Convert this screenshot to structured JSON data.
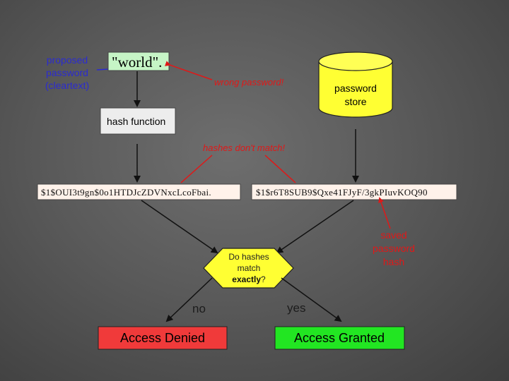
{
  "proposed": {
    "line1": "proposed",
    "line2": "password",
    "line3": "(cleartext)",
    "value": "\"world\"."
  },
  "store": {
    "line1": "password",
    "line2": "store"
  },
  "hash_function": "hash function",
  "wrong_password": "wrong password!",
  "hashes_dont_match": "hashes don't match!",
  "computed_hash": "$1$OUI3t9gn$0o1HTDJcZDVNxcLcoFbai.",
  "stored_hash": "$1$r6T8SUB9$Qxe41FJyF/3gkPIuvKOQ90",
  "saved_hash": {
    "line1": "saved",
    "line2": "password",
    "line3": "hash"
  },
  "decision": {
    "line1": "Do hashes",
    "line2": "match",
    "line3_bold": "exactly",
    "line3_rest": "?"
  },
  "no_label": "no",
  "yes_label": "yes",
  "access_denied": "Access Denied",
  "access_granted": "Access Granted",
  "colors": {
    "denied": "#f03a3a",
    "granted": "#22e622",
    "diamond": "#ffff33",
    "store": "#ffff33",
    "hash_box": "#fff2ea",
    "value_box": "#c6f5c6",
    "red_line": "#e01818",
    "blue_text": "#2b2bd0"
  }
}
